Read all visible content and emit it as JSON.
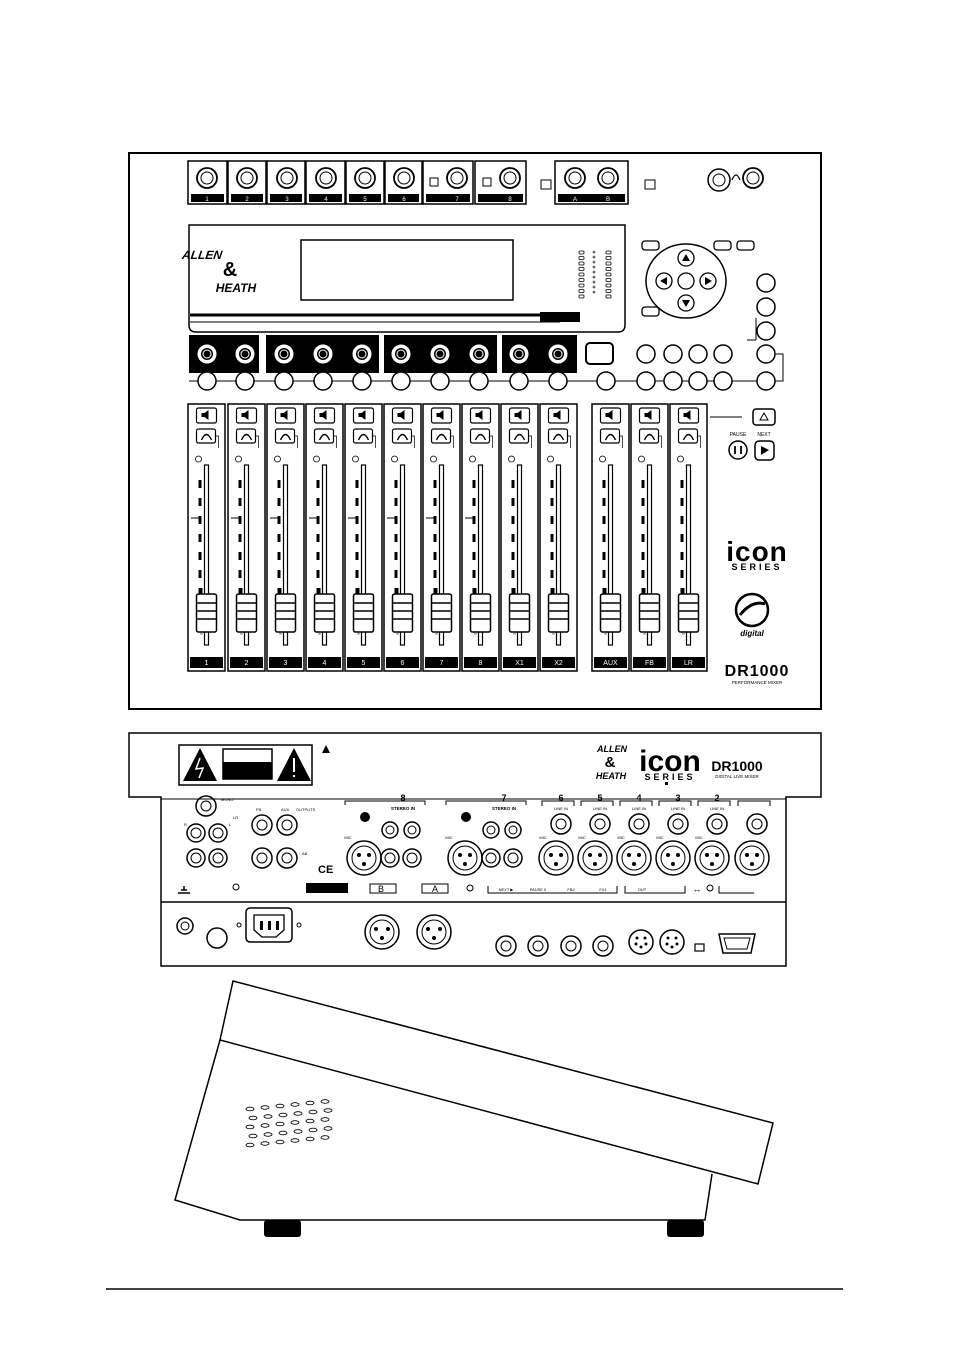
{
  "top_panel": {
    "input_channels": [
      "1",
      "2",
      "3",
      "4",
      "5",
      "6",
      "7",
      "8"
    ],
    "stereo_returns": [
      "A",
      "B"
    ],
    "brand": {
      "line1": "ALLEN",
      "line2": "&",
      "line3": "HEATH"
    },
    "series_logo": {
      "line1": "icon",
      "line2": "SERIES"
    },
    "model": {
      "name": "DR1000",
      "subtitle": "PERFORMANCE MIXER"
    },
    "transport": {
      "pause_label": "PAUSE",
      "next_label": "NEXT"
    },
    "digital_logo": "digital",
    "fader_strips": [
      "1",
      "2",
      "3",
      "4",
      "5",
      "6",
      "7",
      "8",
      "X1",
      "X2",
      "AUX",
      "FB",
      "LR"
    ]
  },
  "rear_panel": {
    "brand": {
      "line1": "ALLEN",
      "line2": "&",
      "line3": "HEATH"
    },
    "series_logo": {
      "line1": "icon",
      "line2": "SERIES"
    },
    "model": {
      "name": "DR1000",
      "subtitle": "DIGITAL LIVE MIXER"
    },
    "left_section": {
      "mono": "MONO",
      "lr": "LR",
      "fb": "FB",
      "aux": "AUX",
      "outputs": "OUTPUTS",
      "ab": "AB",
      "r": "R",
      "l": "L"
    },
    "stereo_channels": [
      {
        "number": "8",
        "label": "STEREO IN",
        "mic": "MIC"
      },
      {
        "number": "7",
        "label": "STEREO IN",
        "mic": "MIC"
      }
    ],
    "mono_channels": [
      {
        "number": "6",
        "label": "LINE IN",
        "mic": "MIC"
      },
      {
        "number": "5",
        "label": "LINE IN",
        "mic": "MIC"
      },
      {
        "number": "4",
        "label": "LINE IN",
        "mic": "MIC"
      },
      {
        "number": "3",
        "label": "LINE IN",
        "mic": "MIC"
      },
      {
        "number": "2",
        "label": "LINE IN",
        "mic": "MIC"
      },
      {
        "number": "",
        "label": "",
        "mic": ""
      }
    ],
    "ce_mark": "CE",
    "return_labels": [
      "B",
      "A"
    ],
    "footswitch_labels": [
      "NEXT ▶",
      "PAUSE II",
      "FB2",
      "FX1"
    ],
    "midi_label": "OUT",
    "arrow_label": "↔"
  }
}
